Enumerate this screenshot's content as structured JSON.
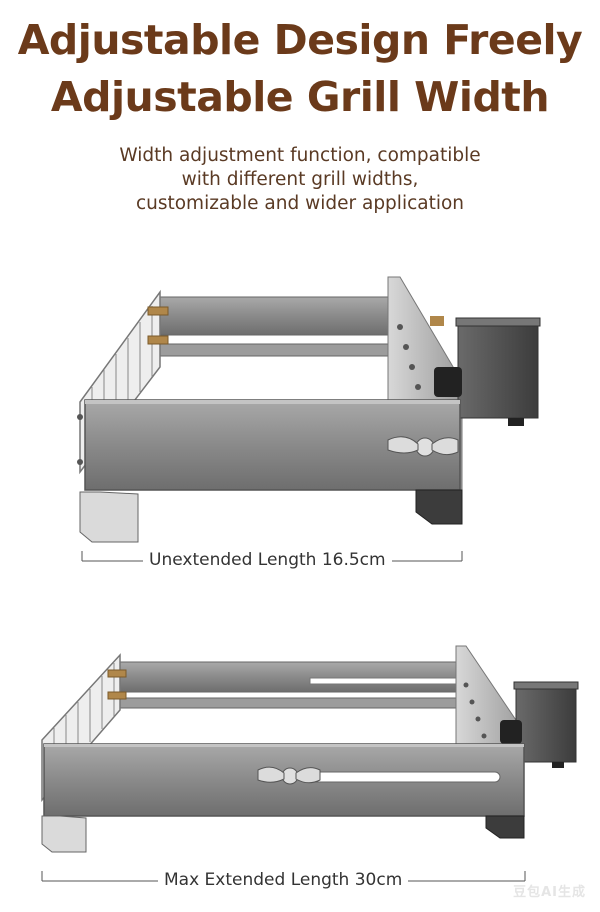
{
  "headline": {
    "line1": "Adjustable Design Freely",
    "line2": "Adjustable Grill Width"
  },
  "subtitle": {
    "line1": "Width adjustment function, compatible",
    "line2": "with different grill widths,",
    "line3": "customizable and wider application"
  },
  "products": [
    {
      "name": "unextended",
      "dimension_label": "Unextended Length 16.5cm"
    },
    {
      "name": "extended",
      "dimension_label": "Max Extended Length 30cm"
    }
  ],
  "watermark": "豆包AI生成",
  "colors": {
    "headline": "#6b3a1a",
    "subtitle": "#5a3a24",
    "steel": "#8c8c8c",
    "steel_dark": "#5a5a5a",
    "motor": "#4a4a4a"
  }
}
